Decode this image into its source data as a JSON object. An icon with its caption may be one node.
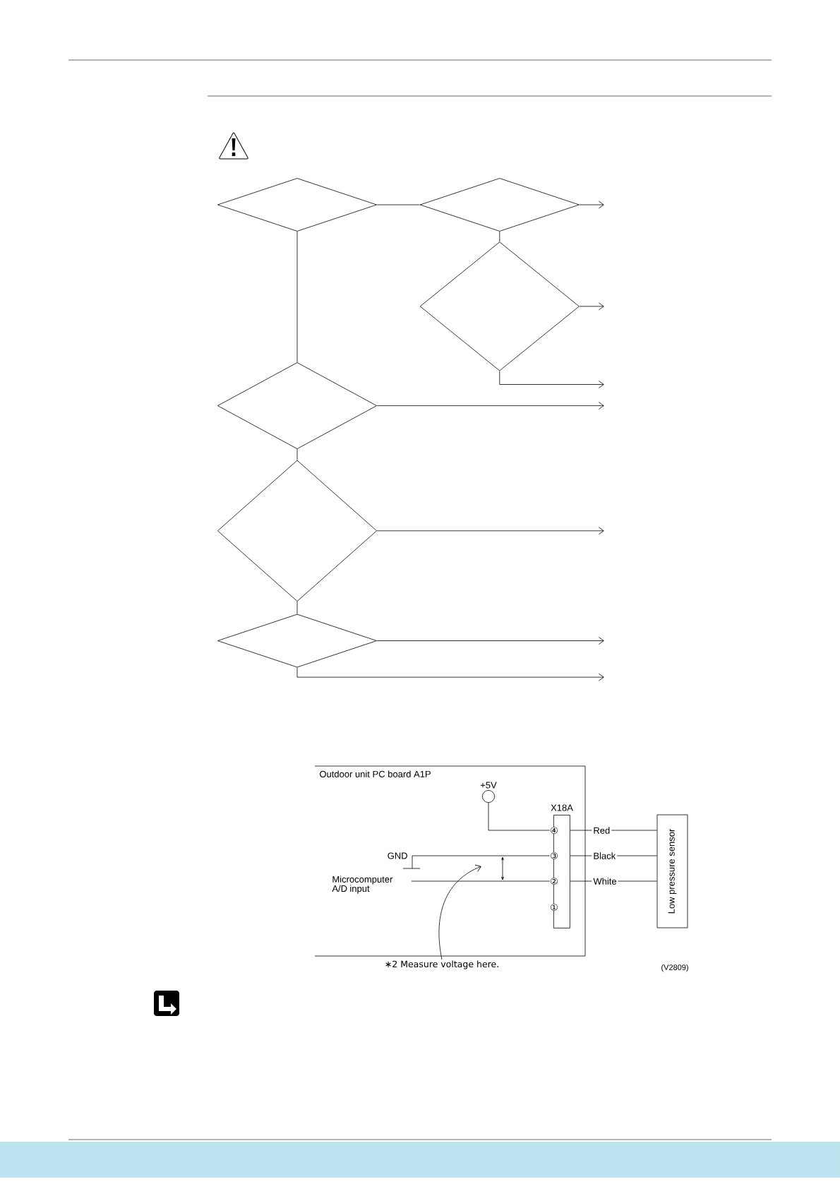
{
  "diagram": {
    "nodes": [
      {
        "text": [],
        "shape": "diamond"
      },
      {
        "text": [],
        "shape": "diamond"
      },
      {
        "text": [],
        "shape": "diamond"
      },
      {
        "text": [],
        "shape": "diamond"
      },
      {
        "text": [],
        "shape": "diamond"
      },
      {
        "text": [],
        "shape": "diamond"
      },
      {
        "text": [
          "Outdoor unit PC board A1P"
        ]
      },
      {
        "text": [
          "+5V"
        ],
        "in": 6
      },
      {
        "text": [
          "X18A"
        ],
        "in": 6
      },
      {
        "text": [
          "④"
        ],
        "in": 8
      },
      {
        "text": [
          "③"
        ],
        "in": 8
      },
      {
        "text": [
          "②"
        ],
        "in": 8
      },
      {
        "text": [
          "①"
        ],
        "in": 8
      },
      {
        "text": [
          "Low pressure sensor"
        ]
      },
      {
        "text": [
          "GND"
        ],
        "in": 6
      },
      {
        "text": [
          "Microcomputer A/D input"
        ],
        "in": 6
      },
      {
        "text": [
          "∗2 Measure voltage here."
        ]
      }
    ],
    "edges": [
      {
        "from": 0,
        "to": 1,
        "arrow": "none"
      },
      {
        "from": 0,
        "to": 3,
        "arrow": "none"
      },
      {
        "from": 1,
        "to": 2,
        "arrow": "none"
      },
      {
        "from": 1,
        "to": null,
        "arrow": "to"
      },
      {
        "from": 2,
        "to": null,
        "arrow": "to"
      },
      {
        "from": 2,
        "to": null,
        "arrow": "to"
      },
      {
        "from": 3,
        "to": null,
        "arrow": "to"
      },
      {
        "from": 3,
        "to": 4,
        "arrow": "none"
      },
      {
        "from": 4,
        "to": null,
        "arrow": "to"
      },
      {
        "from": 4,
        "to": 5,
        "arrow": "none"
      },
      {
        "from": 5,
        "to": null,
        "arrow": "to"
      },
      {
        "from": 5,
        "to": null,
        "arrow": "to"
      },
      {
        "from": 7,
        "to": 9,
        "arrow": "none"
      },
      {
        "from": 14,
        "to": 10,
        "arrow": "none"
      },
      {
        "from": 15,
        "to": 11,
        "arrow": "none"
      },
      {
        "from": 9,
        "to": 13,
        "arrow": "none",
        "label": "Red"
      },
      {
        "from": 10,
        "to": 13,
        "arrow": "none",
        "label": "Black"
      },
      {
        "from": 11,
        "to": 13,
        "arrow": "none",
        "label": "White"
      },
      {
        "from": 16,
        "to": null,
        "arrow": "to"
      }
    ],
    "labels": [
      "(V2809)"
    ]
  }
}
